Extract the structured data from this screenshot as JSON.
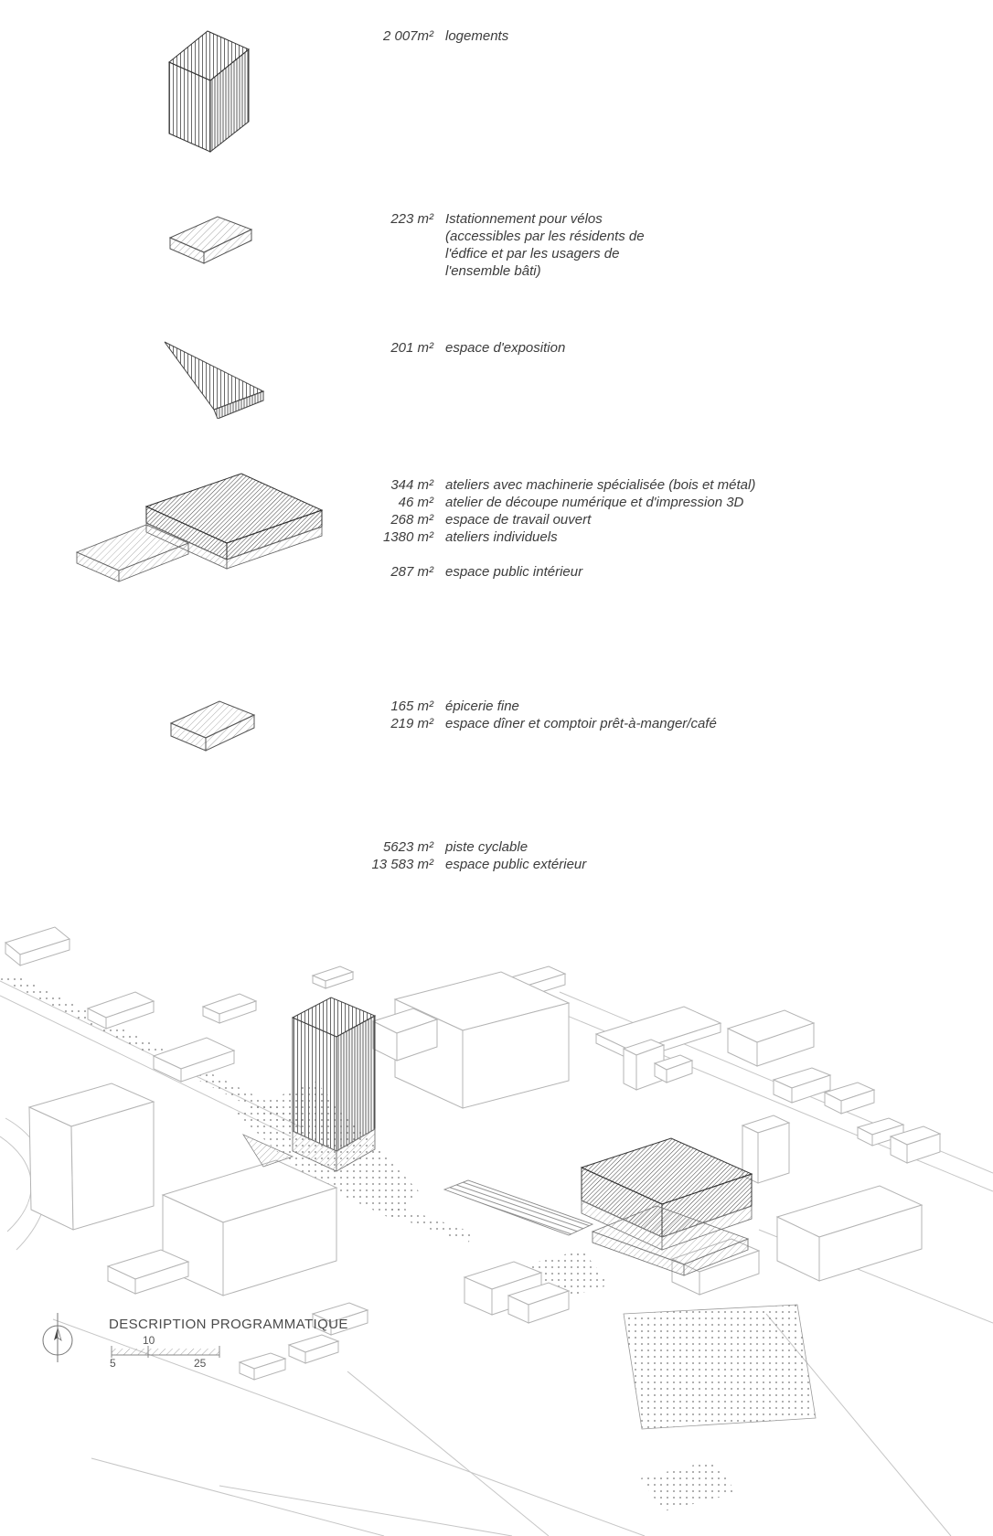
{
  "page": {
    "title": "DESCRIPTION PROGRAMMATIQUE"
  },
  "scale_bar": {
    "top_label": "10",
    "left_label": "5",
    "right_label": "25"
  },
  "program": [
    {
      "id": "logements",
      "entries": [
        {
          "area": "2 007m²",
          "label": "logements"
        }
      ]
    },
    {
      "id": "stationnement-velos",
      "entries": [
        {
          "area": "223 m²",
          "label": "Istationnement pour vélos (accessibles par les résidents de l'édfice et par les usagers de l'ensemble bâti)"
        }
      ]
    },
    {
      "id": "espace-exposition",
      "entries": [
        {
          "area": "201 m²",
          "label": "espace d'exposition"
        }
      ]
    },
    {
      "id": "ateliers",
      "entries": [
        {
          "area": "344 m²",
          "label": "ateliers avec machinerie spécialisée (bois et métal)"
        },
        {
          "area": "46 m²",
          "label": "atelier de découpe numérique et d'impression 3D"
        },
        {
          "area": "268 m²",
          "label": "espace de travail ouvert"
        },
        {
          "area": "1380 m²",
          "label": "ateliers individuels"
        }
      ]
    },
    {
      "id": "espace-public-interieur",
      "entries": [
        {
          "area": "287 m²",
          "label": "espace public intérieur"
        }
      ]
    },
    {
      "id": "epicerie-cafe",
      "entries": [
        {
          "area": "165 m²",
          "label": "épicerie fine"
        },
        {
          "area": "219 m²",
          "label": "espace dîner et comptoir prêt-à-manger/café"
        }
      ]
    },
    {
      "id": "exterieur",
      "entries": [
        {
          "area": "5623 m²",
          "label": "piste cyclable"
        },
        {
          "area": "13 583 m²",
          "label": "espace public extérieur"
        }
      ]
    }
  ]
}
